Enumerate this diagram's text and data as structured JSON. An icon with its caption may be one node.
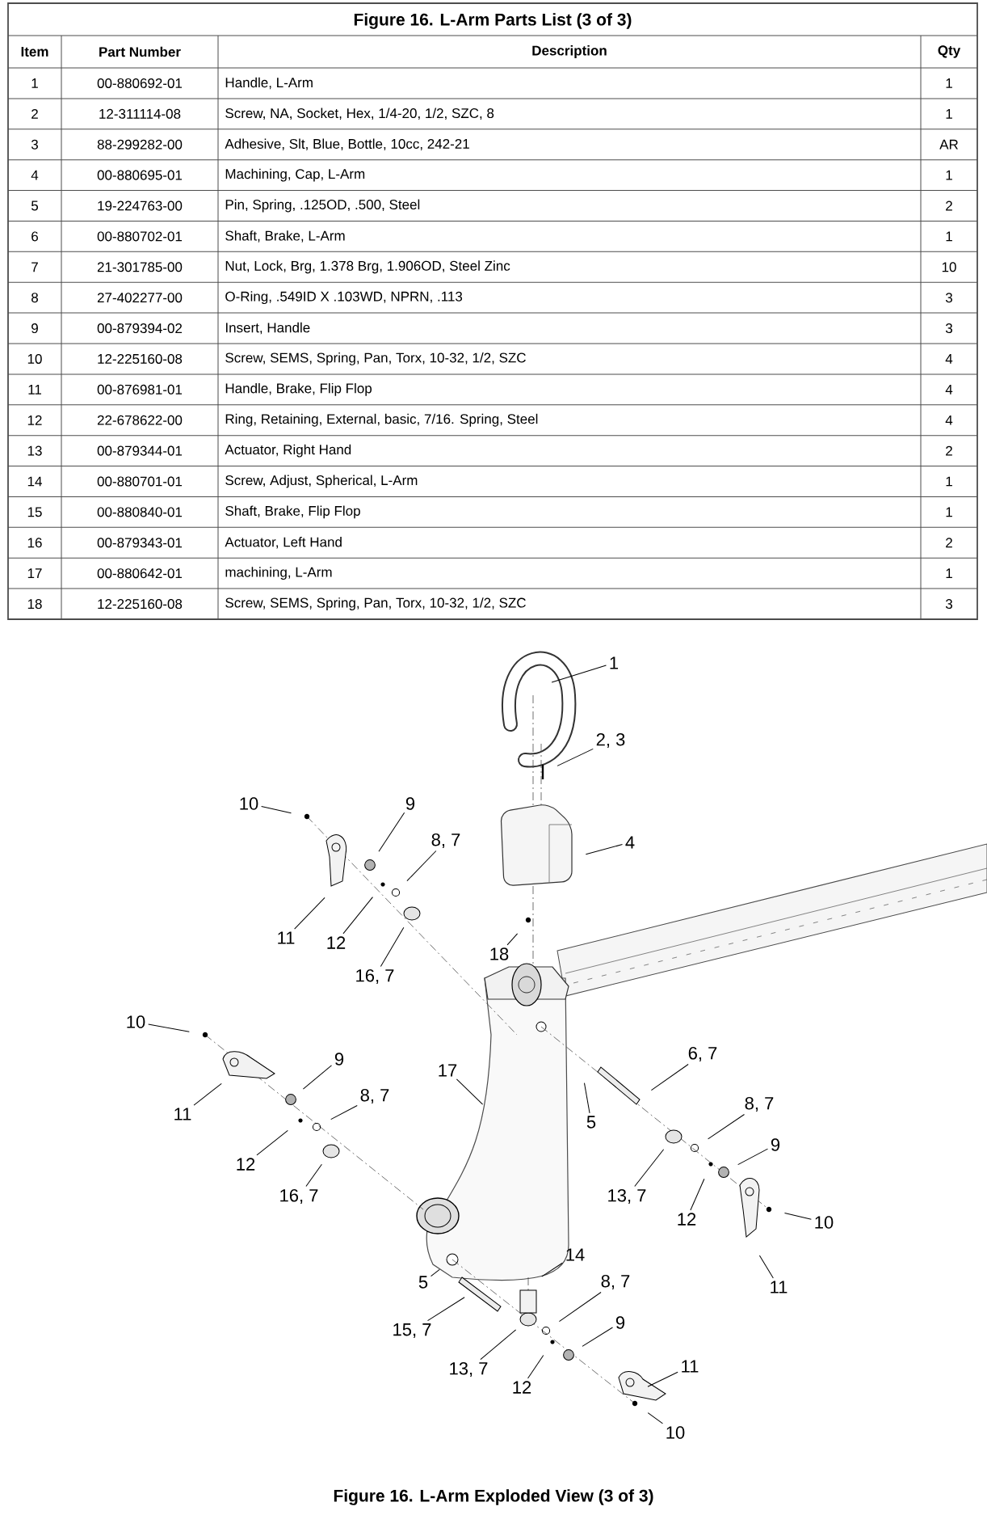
{
  "diagram": {
    "title": "Figure 16.  L-Arm Parts List (3 of 3)",
    "caption": "Figure 16.  L-Arm Exploded View (3 of 3)",
    "nodes": [
      {
        "text": [
          "1"
        ]
      },
      {
        "text": [
          "2, 3"
        ]
      },
      {
        "text": [
          "10"
        ]
      },
      {
        "text": [
          "9"
        ]
      },
      {
        "text": [
          "4"
        ]
      },
      {
        "text": [
          "8, 7"
        ]
      },
      {
        "text": [
          "11"
        ]
      },
      {
        "text": [
          "12"
        ]
      },
      {
        "text": [
          "18"
        ]
      },
      {
        "text": [
          "16, 7"
        ]
      },
      {
        "text": [
          "10"
        ]
      },
      {
        "text": [
          "9"
        ]
      },
      {
        "text": [
          "17"
        ]
      },
      {
        "text": [
          "6, 7"
        ]
      },
      {
        "text": [
          "8, 7"
        ]
      },
      {
        "text": [
          "11"
        ]
      },
      {
        "text": [
          "5"
        ]
      },
      {
        "text": [
          "8, 7"
        ]
      },
      {
        "text": [
          "9"
        ]
      },
      {
        "text": [
          "12"
        ]
      },
      {
        "text": [
          "16, 7"
        ]
      },
      {
        "text": [
          "13, 7"
        ]
      },
      {
        "text": [
          "12"
        ]
      },
      {
        "text": [
          "10"
        ]
      },
      {
        "text": [
          "14"
        ]
      },
      {
        "text": [
          "11"
        ]
      },
      {
        "text": [
          "5"
        ]
      },
      {
        "text": [
          "8, 7"
        ]
      },
      {
        "text": [
          "9"
        ]
      },
      {
        "text": [
          "15, 7"
        ]
      },
      {
        "text": [
          "11"
        ]
      },
      {
        "text": [
          "13, 7"
        ]
      },
      {
        "text": [
          "12"
        ]
      },
      {
        "text": [
          "10"
        ]
      }
    ],
    "edges": [
      {
        "from": 0,
        "to": null,
        "arrow": "none"
      },
      {
        "from": 1,
        "to": null,
        "arrow": "none"
      },
      {
        "from": 2,
        "to": null,
        "arrow": "none"
      },
      {
        "from": 3,
        "to": null,
        "arrow": "none"
      },
      {
        "from": 4,
        "to": null,
        "arrow": "none"
      },
      {
        "from": 5,
        "to": null,
        "arrow": "none"
      },
      {
        "from": 6,
        "to": null,
        "arrow": "none"
      },
      {
        "from": 7,
        "to": null,
        "arrow": "none"
      },
      {
        "from": 8,
        "to": null,
        "arrow": "none"
      },
      {
        "from": 9,
        "to": null,
        "arrow": "none"
      },
      {
        "from": 10,
        "to": null,
        "arrow": "none"
      },
      {
        "from": 11,
        "to": null,
        "arrow": "none"
      },
      {
        "from": 12,
        "to": null,
        "arrow": "none"
      },
      {
        "from": 13,
        "to": null,
        "arrow": "none"
      },
      {
        "from": 14,
        "to": null,
        "arrow": "none"
      },
      {
        "from": 15,
        "to": null,
        "arrow": "none"
      },
      {
        "from": 16,
        "to": null,
        "arrow": "none"
      },
      {
        "from": 17,
        "to": null,
        "arrow": "none"
      },
      {
        "from": 18,
        "to": null,
        "arrow": "none"
      },
      {
        "from": 19,
        "to": null,
        "arrow": "none"
      },
      {
        "from": 20,
        "to": null,
        "arrow": "none"
      },
      {
        "from": 21,
        "to": null,
        "arrow": "none"
      },
      {
        "from": 22,
        "to": null,
        "arrow": "none"
      },
      {
        "from": 23,
        "to": null,
        "arrow": "none"
      },
      {
        "from": 24,
        "to": null,
        "arrow": "none"
      },
      {
        "from": 25,
        "to": null,
        "arrow": "none"
      },
      {
        "from": 26,
        "to": null,
        "arrow": "none"
      },
      {
        "from": 27,
        "to": null,
        "arrow": "none"
      },
      {
        "from": 28,
        "to": null,
        "arrow": "none"
      },
      {
        "from": 29,
        "to": null,
        "arrow": "none"
      },
      {
        "from": 30,
        "to": null,
        "arrow": "none"
      },
      {
        "from": 31,
        "to": null,
        "arrow": "none"
      },
      {
        "from": 32,
        "to": null,
        "arrow": "none"
      },
      {
        "from": 33,
        "to": null,
        "arrow": "none"
      }
    ],
    "labels": [
      "Item",
      "Part Number",
      "Description",
      "Qty",
      "1",
      "00-880692-01",
      "Handle, L-Arm",
      "1",
      "2",
      "12-311114-08",
      "Screw, NA, Socket, Hex, 1/4-20, 1/2, SZC, 8",
      "1",
      "3",
      "88-299282-00",
      "Adhesive, Slt, Blue, Bottle, 10cc, 242-21",
      "AR",
      "4",
      "00-880695-01",
      "Machining, Cap, L-Arm",
      "1",
      "5",
      "19-224763-00",
      "Pin, Spring, .125OD, .500, Steel",
      "2",
      "6",
      "00-880702-01",
      "Shaft, Brake, L-Arm",
      "1",
      "7",
      "21-301785-00",
      "Nut, Lock, Brg, 1.378 Brg, 1.906OD, Steel Zinc",
      "10",
      "8",
      "27-402277-00",
      "O-Ring, .549ID X .103WD, NPRN, .113",
      "3",
      "9",
      "00-879394-02",
      "Insert, Handle",
      "3",
      "10",
      "12-225160-08",
      "Screw, SEMS, Spring, Pan, Torx, 10-32, 1/2, SZC",
      "4",
      "11",
      "00-876981-01",
      "Handle, Brake, Flip Flop",
      "4",
      "12",
      "22-678622-00",
      "Ring, Retaining, External, basic, 7/16. Spring, Steel",
      "4",
      "13",
      "00-879344-01",
      "Actuator, Right Hand",
      "2",
      "14",
      "00-880701-01",
      "Screw, Adjust, Spherical, L-Arm",
      "1",
      "15",
      "00-880840-01",
      "Shaft, Brake, Flip Flop",
      "1",
      "16",
      "00-879343-01",
      "Actuator, Left Hand",
      "2",
      "17",
      "00-880642-01",
      "machining, L-Arm",
      "1",
      "18",
      "12-225160-08",
      "Screw, SEMS, Spring, Pan, Torx, 10-32, 1/2, SZC",
      "3"
    ]
  }
}
